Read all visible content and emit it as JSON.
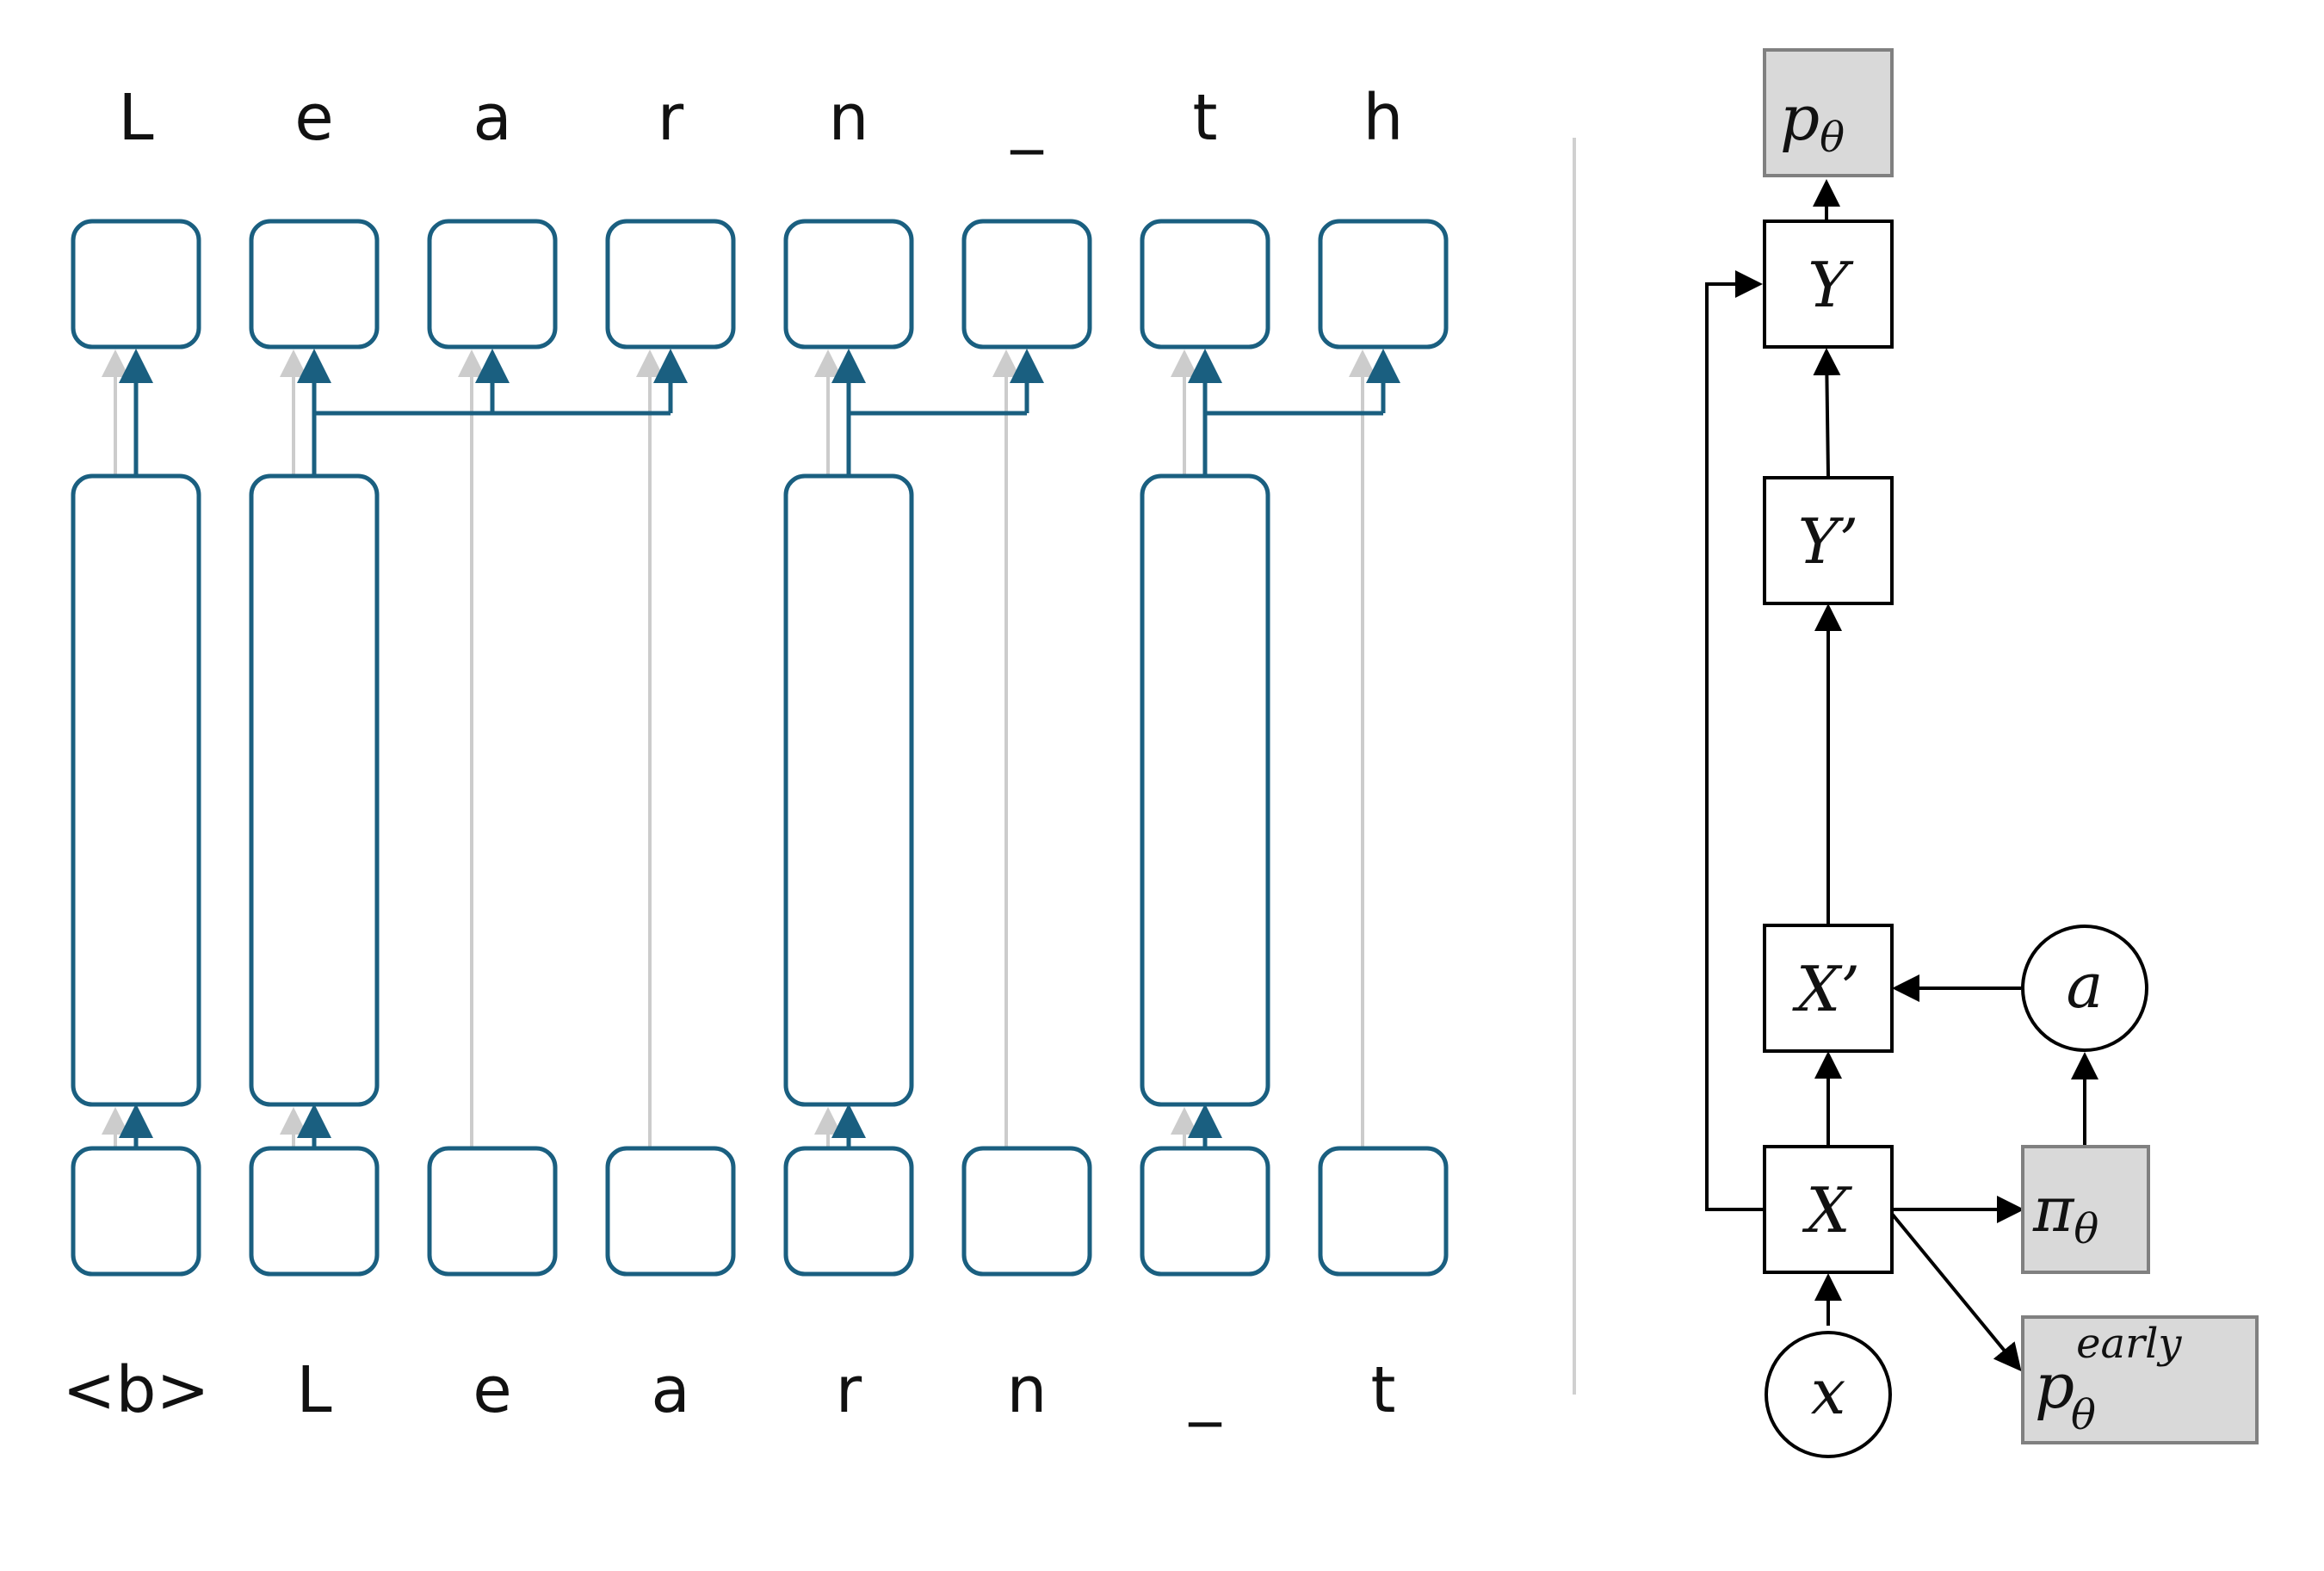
{
  "colors": {
    "accent": "#1a5f80",
    "skip": "#cccccc",
    "black": "#000000",
    "shaded": "#d9d9d9",
    "shaded_border": "#808080",
    "divider": "#d0d0d0"
  },
  "left_diagram": {
    "top_chars": [
      "L",
      "e",
      "a",
      "r",
      "n",
      "_",
      "t",
      "h"
    ],
    "bottom_chars": [
      "<b>",
      "L",
      "e",
      "a",
      "r",
      "n",
      "_",
      "t"
    ]
  },
  "right_diagram": {
    "nodes": {
      "p_theta": {
        "base": "p",
        "sub": "θ"
      },
      "Y": {
        "label": "Y"
      },
      "Y_prime": {
        "label": "Y’"
      },
      "X_prime": {
        "label": "X’"
      },
      "a": {
        "label": "a"
      },
      "X": {
        "label": "X"
      },
      "pi_theta": {
        "base": "π",
        "sub": "θ"
      },
      "x": {
        "label": "x"
      },
      "p_early": {
        "base": "p",
        "sub": "θ",
        "sup": "early"
      }
    }
  }
}
